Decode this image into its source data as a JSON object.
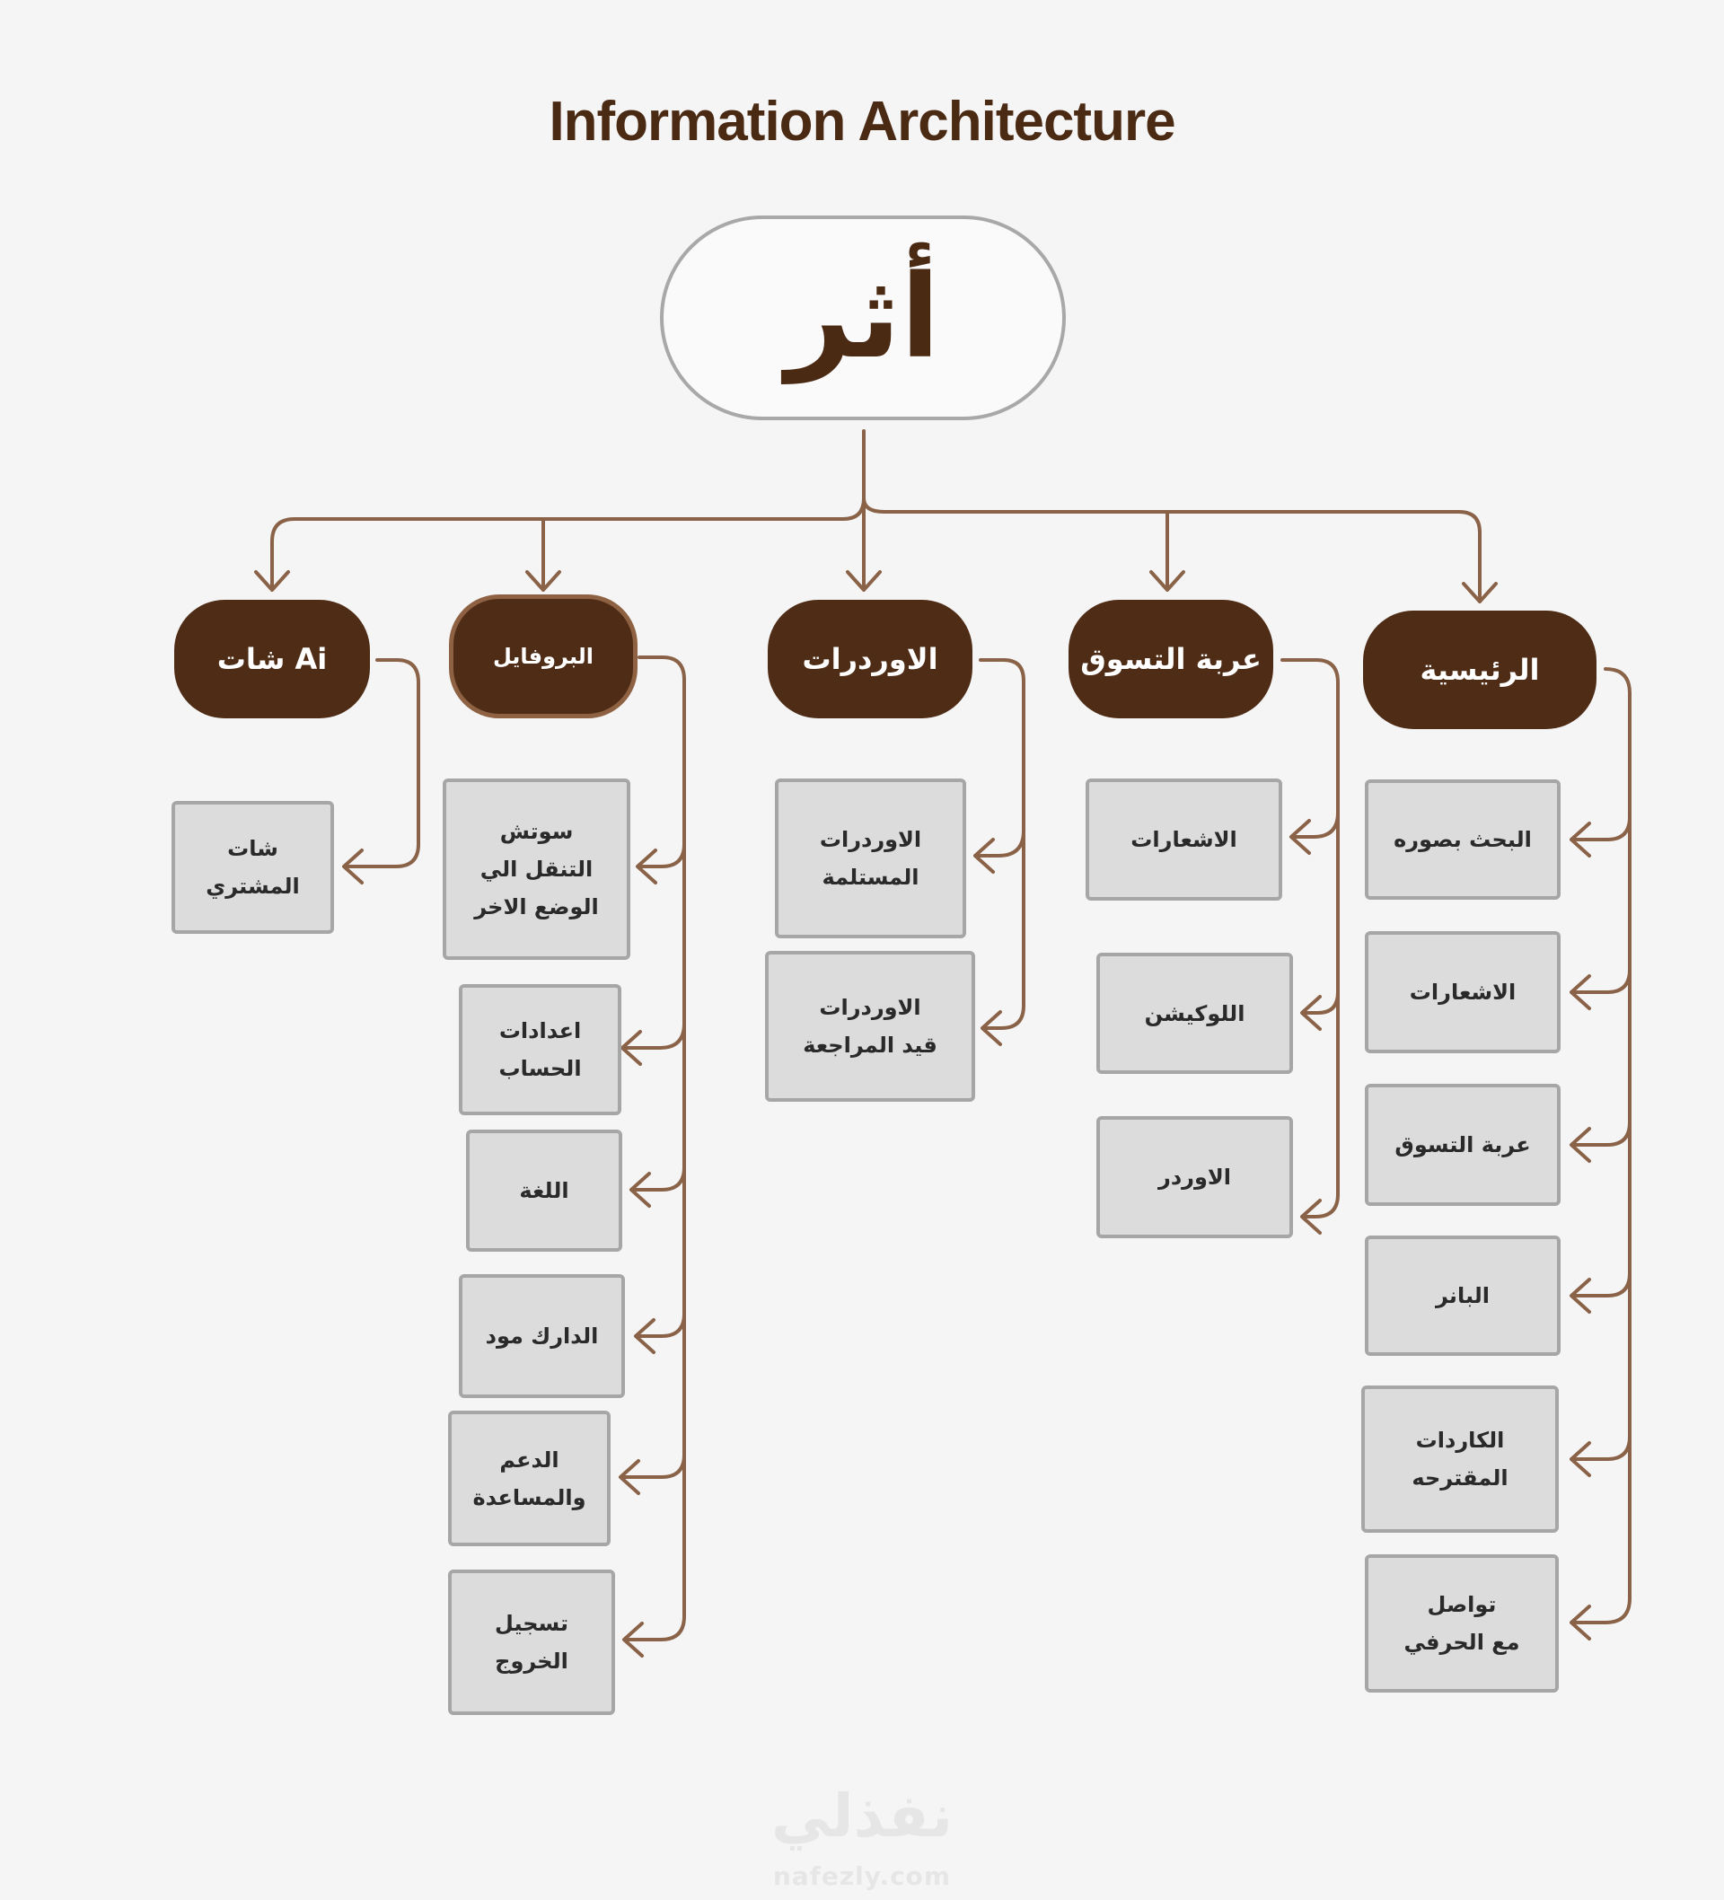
{
  "title": "Information Architecture",
  "root": "أثر",
  "colors": {
    "brown": "#4f2c16",
    "line": "#8a6248",
    "leaf_bg": "#dcdcdc",
    "leaf_border": "#a6a6a6"
  },
  "sections": [
    {
      "label": "الرئيسية",
      "children": [
        "البحث بصوره",
        "الاشعارات",
        "عربة التسوق",
        "البانر",
        "الكاردات\nالمقترحه",
        "تواصل\nمع الحرفي"
      ]
    },
    {
      "label": "عربة التسوق",
      "children": [
        "الاشعارات",
        "اللوكيشن",
        "الاوردر"
      ]
    },
    {
      "label": "الاوردرات",
      "children": [
        "الاوردرات\nالمستلمة",
        "الاوردرات\nقيد المراجعة"
      ]
    },
    {
      "label": "البروفايل",
      "children": [
        "سوتش\nالتنقل الي\nالوضع الاخر",
        "اعدادات\nالحساب",
        "اللغة",
        "الدارك مود",
        "الدعم\nوالمساعدة",
        "تسجيل\nالخروج"
      ]
    },
    {
      "label": "شات Ai",
      "children": [
        "شات\nالمشتري"
      ]
    }
  ],
  "watermark": {
    "arabic": "نفذلي",
    "latin": "nafezly.com"
  }
}
